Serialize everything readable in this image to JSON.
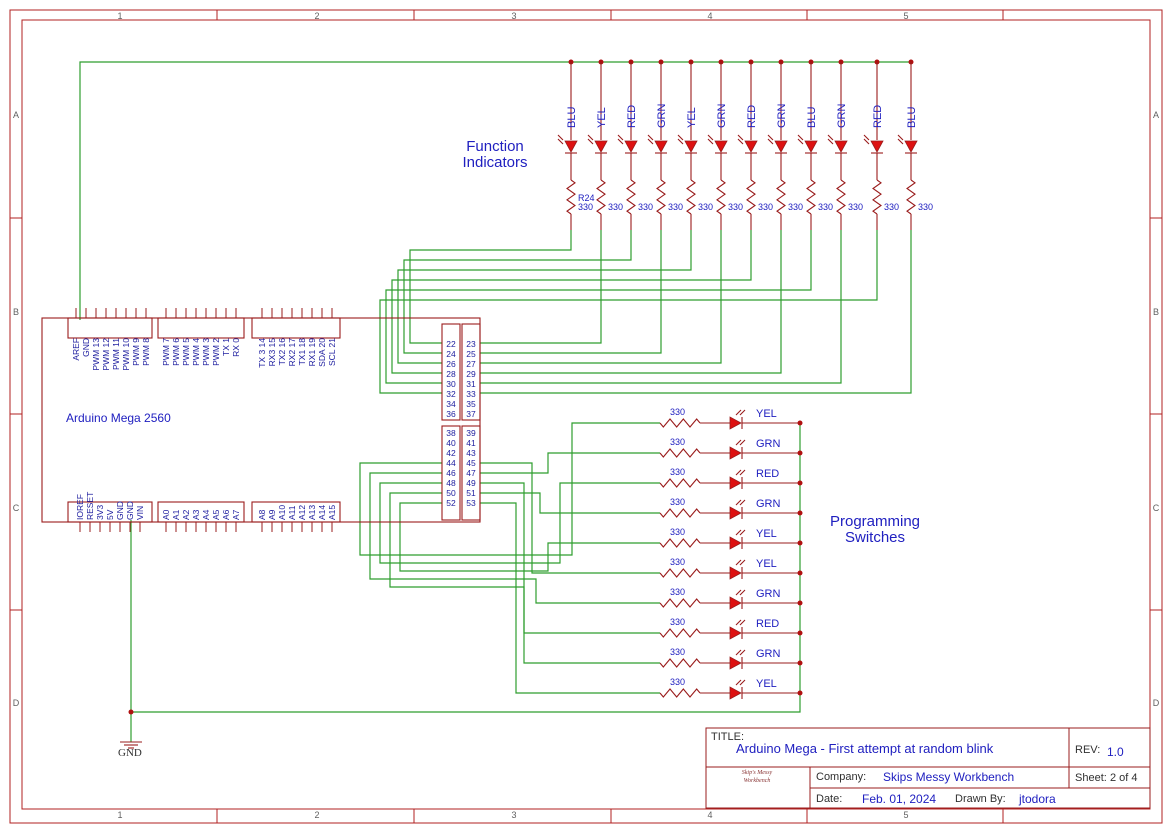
{
  "frame": {
    "columns": [
      "1",
      "2",
      "3",
      "4",
      "5"
    ],
    "rows": [
      "A",
      "B",
      "C",
      "D"
    ]
  },
  "headings": {
    "function_indicators": [
      "Function",
      "Indicators"
    ],
    "programming_switches": [
      "Programming",
      "Switches"
    ]
  },
  "board": {
    "name": "Arduino Mega 2560",
    "top_left_pins": [
      "AREF",
      "GND",
      "PWM 13",
      "PWM 12",
      "PWM 11",
      "PWM 10",
      "PWM 9",
      "PWM 8"
    ],
    "top_mid_pins": [
      "PWM 7",
      "PWM 6",
      "PWM 5",
      "PWM 4",
      "PWM 3",
      "PWM 2",
      "TX 1",
      "RX 0"
    ],
    "top_right_pins": [
      "TX 3 14",
      "RX3 15",
      "TX2 16",
      "RX2 17",
      "TX1 18",
      "RX1 19",
      "SDA 20",
      "SCL 21"
    ],
    "bottom_left_pins": [
      "IOREF",
      "RESET",
      "3V3",
      "5V",
      "GND",
      "GND",
      "VIN"
    ],
    "bottom_mid_pins": [
      "A0",
      "A1",
      "A2",
      "A3",
      "A4",
      "A5",
      "A6",
      "A7"
    ],
    "bottom_right_pins": [
      "A8",
      "A9",
      "A10",
      "A11",
      "A12",
      "A13",
      "A14",
      "A15"
    ],
    "header_left_top": [
      "22",
      "24",
      "26",
      "28",
      "30",
      "32",
      "34",
      "36"
    ],
    "header_right_top": [
      "23",
      "25",
      "27",
      "29",
      "31",
      "33",
      "35",
      "37"
    ],
    "header_left_bottom": [
      "38",
      "40",
      "42",
      "44",
      "46",
      "48",
      "50",
      "52"
    ],
    "header_right_bottom": [
      "39",
      "41",
      "43",
      "45",
      "47",
      "49",
      "51",
      "53"
    ]
  },
  "function_leds": [
    "BLU",
    "YEL",
    "RED",
    "GRN",
    "YEL",
    "GRN",
    "RED",
    "GRN",
    "BLU",
    "GRN",
    "RED",
    "BLU"
  ],
  "function_resistor_value": "330",
  "function_resistor_ref": "R24",
  "switch_leds": [
    "YEL",
    "GRN",
    "RED",
    "GRN",
    "YEL",
    "YEL",
    "GRN",
    "RED",
    "GRN",
    "YEL"
  ],
  "switch_resistor_value": "330",
  "ground_label": "GND",
  "title_block": {
    "title_label": "TITLE:",
    "title": "Arduino Mega - First attempt at random blink",
    "rev_label": "REV:",
    "rev": "1.0",
    "company_label": "Company:",
    "company": "Skips Messy Workbench",
    "sheet_label": "Sheet:",
    "sheet": "2 of 4",
    "date_label": "Date:",
    "date": "Feb. 01, 2024",
    "drawn_by_label": "Drawn By:",
    "drawn_by": "jtodora",
    "logo_text": "Skip's Messy Workbench"
  },
  "colors": {
    "frame": "#b02020",
    "wire": "#2e9e2e",
    "part": "#9a1c1c",
    "text": "#2020c0",
    "led": "#dd1111"
  }
}
